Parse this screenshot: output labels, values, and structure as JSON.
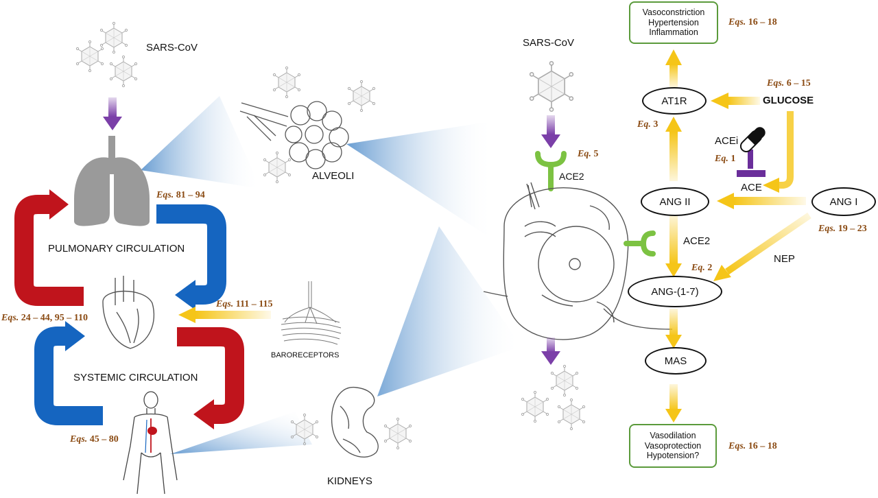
{
  "colors": {
    "red_arrow": "#c0141c",
    "blue_arrow": "#1565c0",
    "yellow_arrow": "#f5c518",
    "purple_arrow": "#7b3fa8",
    "green_receptor": "#7cc242",
    "equation_brown": "#8a4a12",
    "box_border_green": "#5a9a3a",
    "lung_gray": "#9a9a9a",
    "inhibitor_purple": "#6a2e9a"
  },
  "left_panel": {
    "virus_label": "SARS-CoV",
    "alveoli_label": "ALVEOLI",
    "pulmonary_label": "PULMONARY CIRCULATION",
    "systemic_label": "SYSTEMIC CIRCULATION",
    "baroreceptors_label": "BARORECEPTORS",
    "kidneys_label": "KIDNEYS",
    "eq_lungs": {
      "prefix": "Eqs.",
      "range": "81 – 94"
    },
    "eq_heart": {
      "prefix": "Eqs.",
      "range": "24 – 44, 95 – 110"
    },
    "eq_baro": {
      "prefix": "Eqs.",
      "range": "111 – 115"
    },
    "eq_body": {
      "prefix": "Eqs.",
      "range": "45 – 80"
    }
  },
  "right_panel": {
    "virus_label": "SARS-CoV",
    "ace2_top_label": "ACE2",
    "eq_ace2": {
      "prefix": "Eq.",
      "range": "5"
    },
    "nodes": {
      "at1r": "AT1R",
      "ang2": "ANG II",
      "ang1": "ANG I",
      "ang17": "ANG-(1-7)",
      "mas": "MAS"
    },
    "glucose": "GLUCOSE",
    "acei": "ACEi",
    "ace": "ACE",
    "ace2_mid": "ACE2",
    "nep": "NEP",
    "top_box": [
      "Vasoconstriction",
      "Hypertension",
      "Inflammation"
    ],
    "bottom_box": [
      "Vasodilation",
      "Vasoprotection",
      "Hypotension?"
    ],
    "eq_top_box": {
      "prefix": "Eqs.",
      "range": "16 – 18"
    },
    "eq_bottom_box": {
      "prefix": "Eqs.",
      "range": "16 – 18"
    },
    "eq_glucose": {
      "prefix": "Eqs.",
      "range": "6 – 15"
    },
    "eq_at1r": {
      "prefix": "Eq.",
      "range": "3"
    },
    "eq_acei": {
      "prefix": "Eq.",
      "range": "1"
    },
    "eq_ang17": {
      "prefix": "Eq.",
      "range": "2"
    },
    "eq_ang1": {
      "prefix": "Eqs.",
      "range": "19 – 23"
    }
  }
}
